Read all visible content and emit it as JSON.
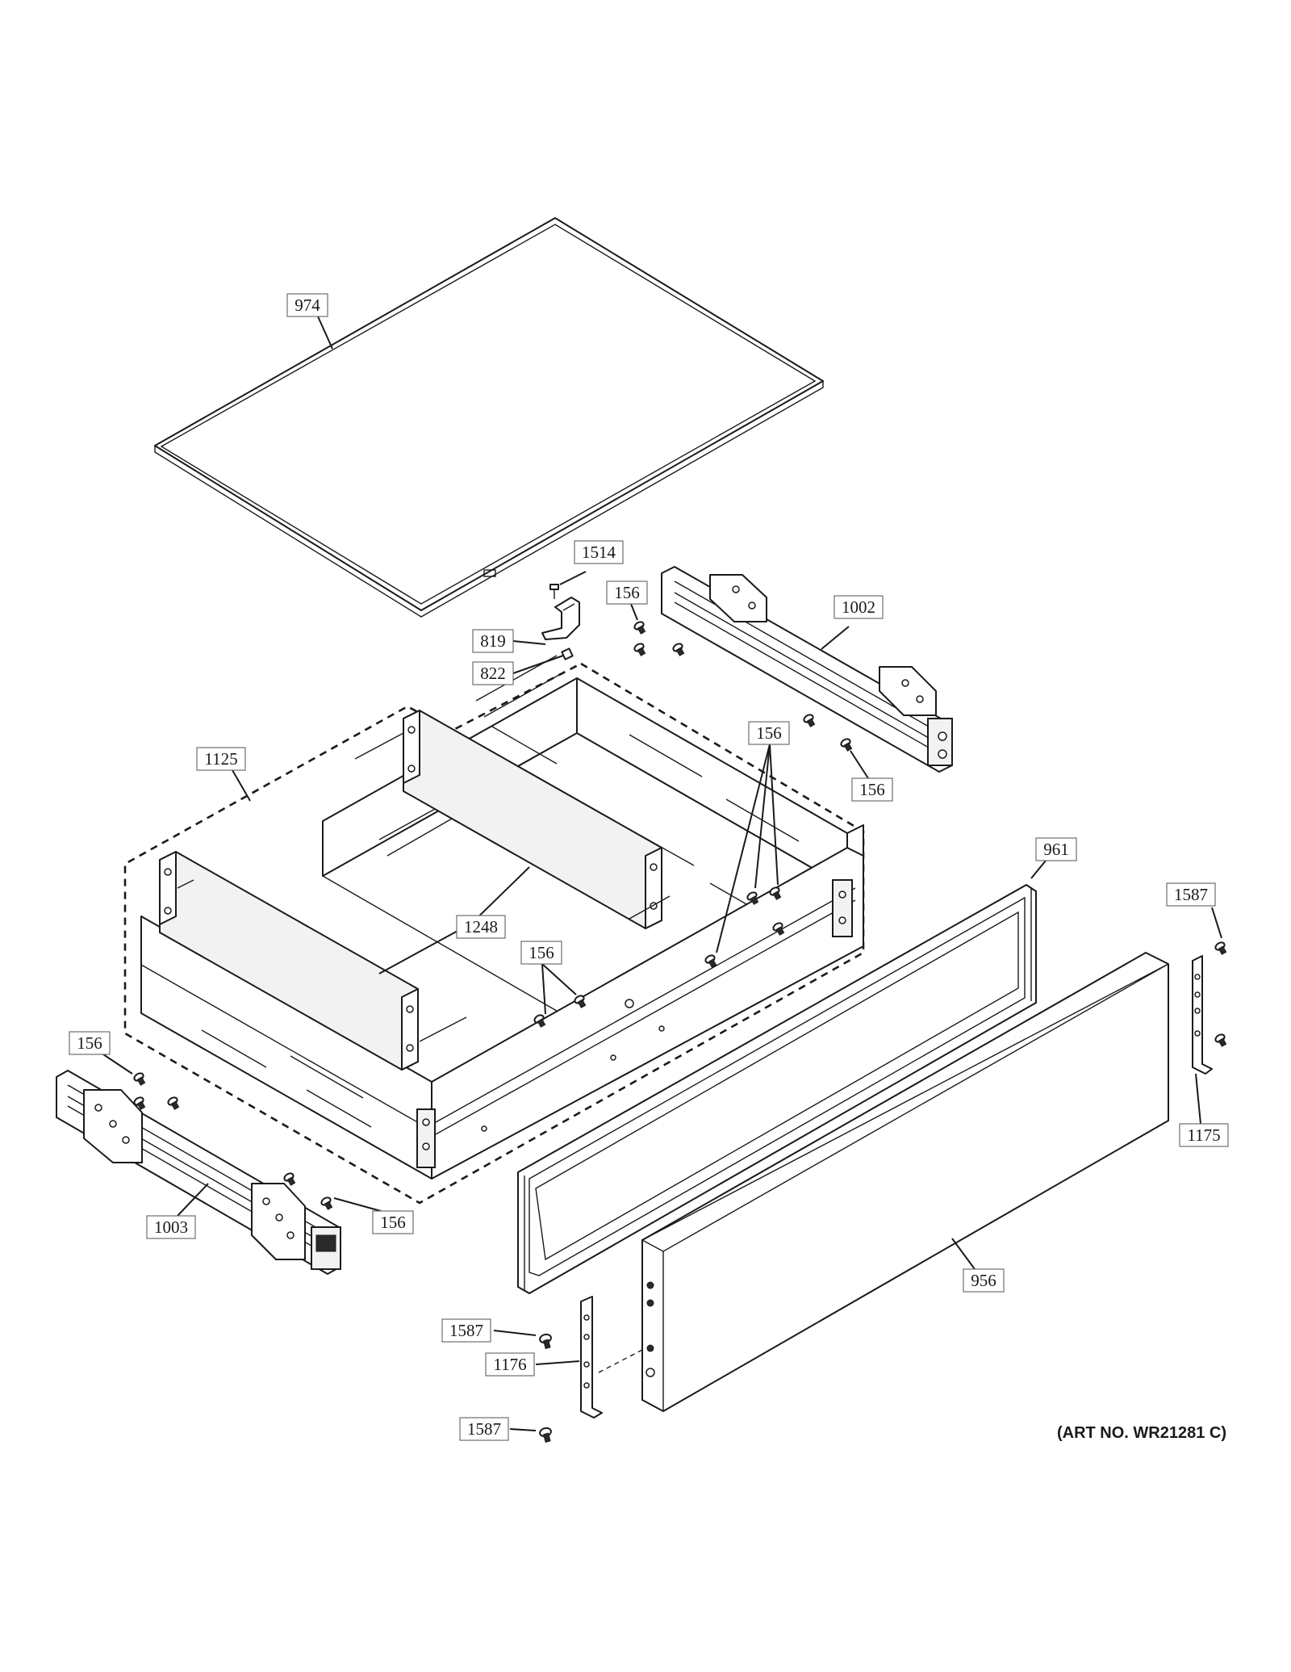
{
  "art_number": "(ART NO. WR21281 C)",
  "callouts": [
    {
      "id": "974",
      "label": "974"
    },
    {
      "id": "1514",
      "label": "1514"
    },
    {
      "id": "156-top",
      "label": "156"
    },
    {
      "id": "819",
      "label": "819"
    },
    {
      "id": "822",
      "label": "822"
    },
    {
      "id": "1002",
      "label": "1002"
    },
    {
      "id": "156-mid",
      "label": "156"
    },
    {
      "id": "156-right",
      "label": "156"
    },
    {
      "id": "1125",
      "label": "1125"
    },
    {
      "id": "961",
      "label": "961"
    },
    {
      "id": "1587-right",
      "label": "1587"
    },
    {
      "id": "1248",
      "label": "1248"
    },
    {
      "id": "156-center",
      "label": "156"
    },
    {
      "id": "156-left",
      "label": "156"
    },
    {
      "id": "1175",
      "label": "1175"
    },
    {
      "id": "1003",
      "label": "1003"
    },
    {
      "id": "156-bottom",
      "label": "156"
    },
    {
      "id": "956",
      "label": "956"
    },
    {
      "id": "1587-lower",
      "label": "1587"
    },
    {
      "id": "1176",
      "label": "1176"
    },
    {
      "id": "1587-bottom",
      "label": "1587"
    }
  ]
}
